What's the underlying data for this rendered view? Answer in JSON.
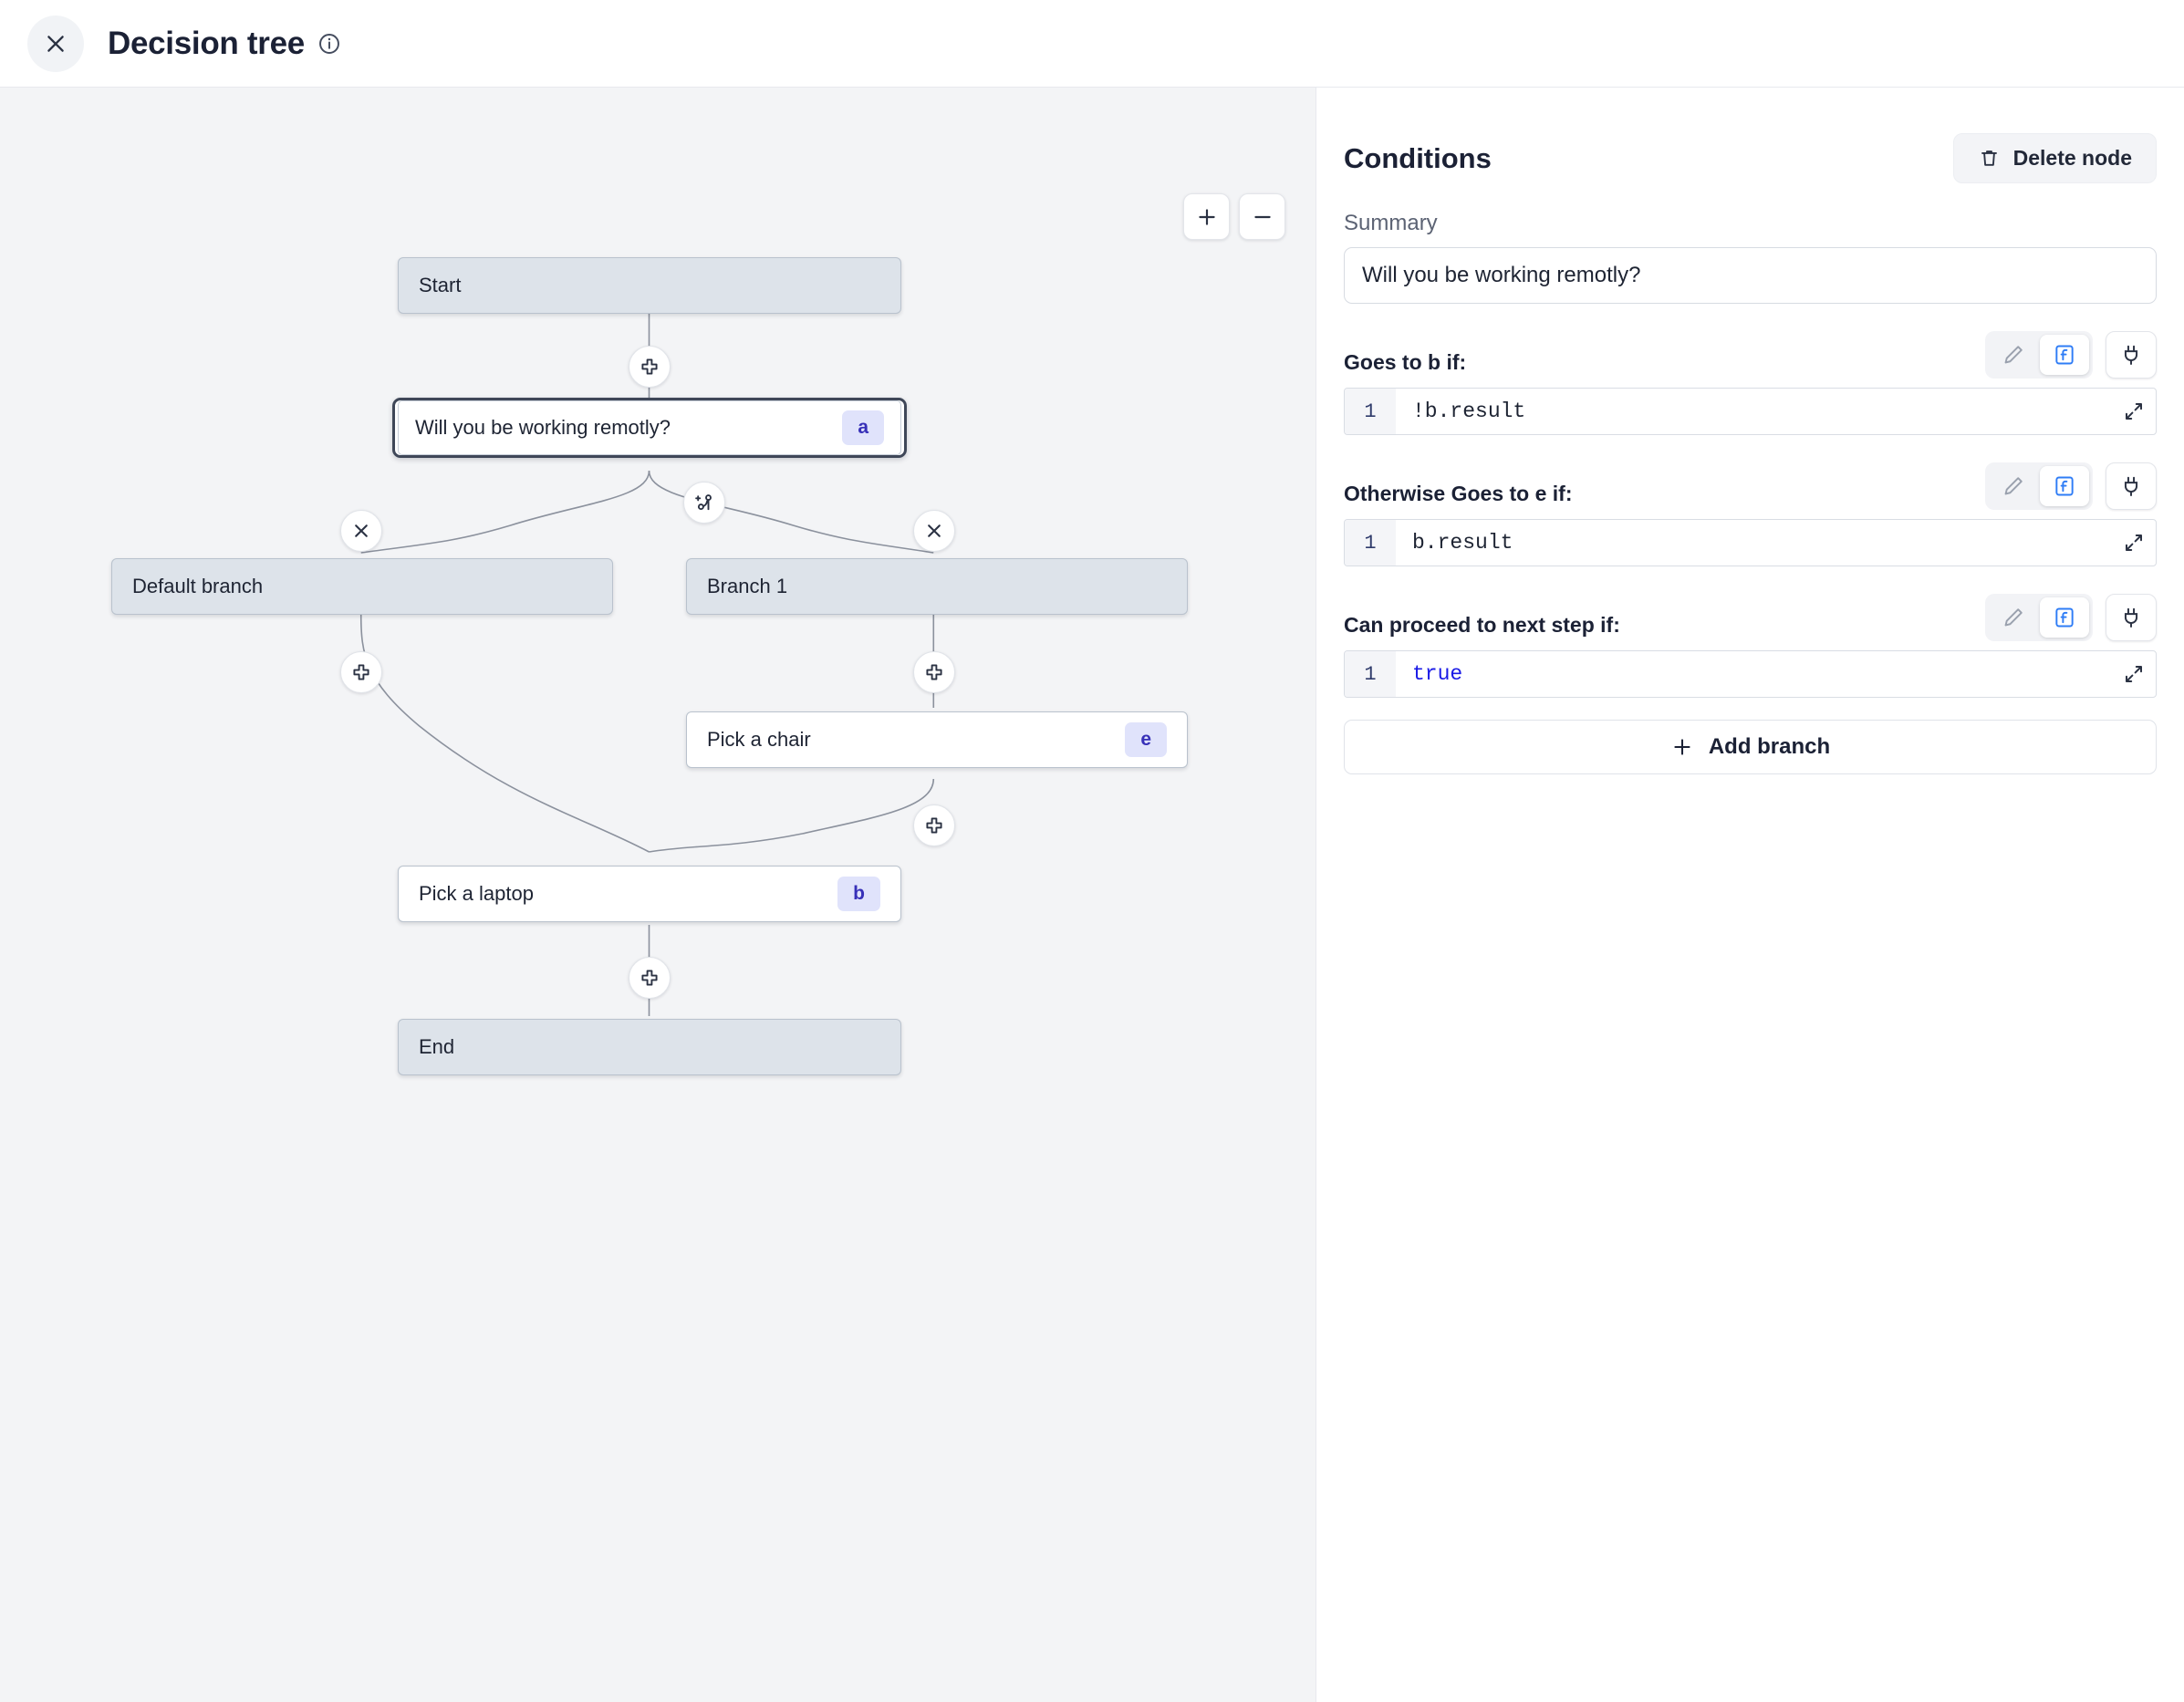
{
  "header": {
    "close_icon": "close-icon",
    "title": "Decision tree",
    "info_icon": "info-icon"
  },
  "canvas": {
    "zoom_in_label": "+",
    "zoom_out_label": "−",
    "nodes": [
      {
        "id": "start",
        "label": "Start",
        "badge": "",
        "kind": "terminal",
        "selected": false
      },
      {
        "id": "a",
        "label": "Will you be working remotly?",
        "badge": "a",
        "kind": "step",
        "selected": true
      },
      {
        "id": "default",
        "label": "Default branch",
        "badge": "",
        "kind": "branch",
        "selected": false
      },
      {
        "id": "branch1",
        "label": "Branch 1",
        "badge": "",
        "kind": "branch",
        "selected": false
      },
      {
        "id": "e",
        "label": "Pick a chair",
        "badge": "e",
        "kind": "step",
        "selected": false
      },
      {
        "id": "b",
        "label": "Pick a laptop",
        "badge": "b",
        "kind": "step",
        "selected": false
      },
      {
        "id": "end",
        "label": "End",
        "badge": "",
        "kind": "terminal",
        "selected": false
      }
    ],
    "handles": [
      {
        "id": "add-after-start",
        "icon": "plus-icon"
      },
      {
        "id": "add-branch",
        "icon": "branch-plus-icon"
      },
      {
        "id": "delete-default",
        "icon": "close-icon"
      },
      {
        "id": "delete-branch1",
        "icon": "close-icon"
      },
      {
        "id": "add-after-default",
        "icon": "plus-icon"
      },
      {
        "id": "add-after-branch1",
        "icon": "plus-icon"
      },
      {
        "id": "add-after-chair",
        "icon": "plus-icon"
      },
      {
        "id": "add-after-laptop",
        "icon": "plus-icon"
      }
    ]
  },
  "panel": {
    "title": "Conditions",
    "delete_node_label": "Delete node",
    "summary_label": "Summary",
    "summary_value": "Will you be working remotly?",
    "conditions": [
      {
        "label": "Goes to b if:",
        "code": "!b.result",
        "line": "1",
        "keyword": false
      },
      {
        "label": "Otherwise Goes to e if:",
        "code": "b.result",
        "line": "1",
        "keyword": false
      },
      {
        "label": "Can proceed to next step if:",
        "code": "true",
        "line": "1",
        "keyword": true
      }
    ],
    "editor_mode_icons": {
      "inactive": "pencil-icon",
      "active": "function-icon"
    },
    "plug_icon": "plug-icon",
    "expand_icon": "expand-icon",
    "add_branch_label": "Add branch"
  },
  "colors": {
    "canvas_bg": "#f3f4f6",
    "node_terminal_bg": "#dde3ea",
    "node_step_bg": "#ffffff",
    "badge_bg": "#e0e3fb",
    "badge_text": "#3730b8",
    "accent_blue": "#2f7df6",
    "keyword_blue": "#1a1ae6"
  }
}
